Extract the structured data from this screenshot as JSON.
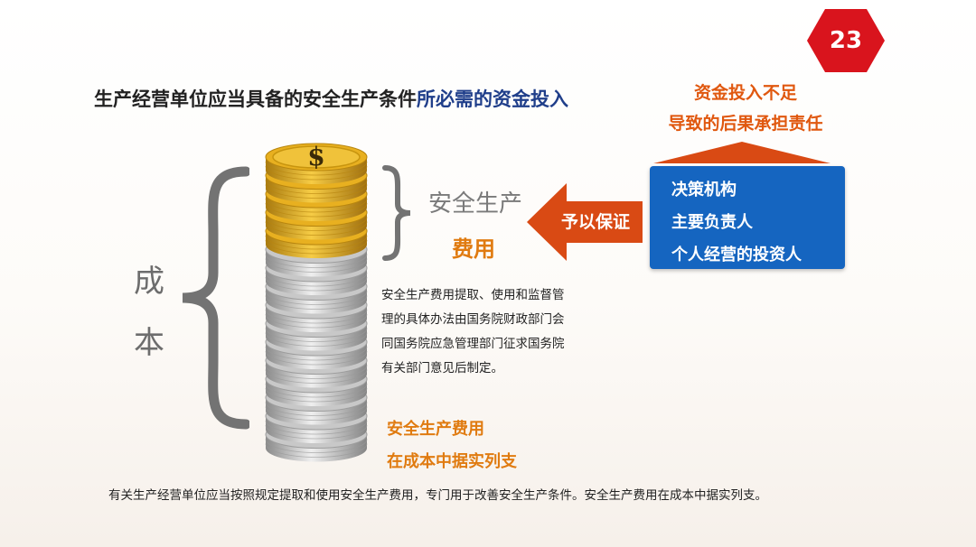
{
  "page_number": "23",
  "title": {
    "part1": "生产经营单位应当具备的安全生产条件",
    "part2": "所必需的资金投入"
  },
  "cost_label": {
    "char1": "成",
    "char2": "本"
  },
  "coins": {
    "symbol": "$",
    "gold_count": 5,
    "silver_count": 11
  },
  "safety_cost": {
    "line1": "安全生产",
    "line2": "费用"
  },
  "arrow": {
    "label": "予以保证"
  },
  "consequence": {
    "line1": "资金投入不足",
    "line2": "导致的后果承担责任"
  },
  "responsible_parties": [
    {
      "label": "决策机构"
    },
    {
      "label": "主要负责人"
    },
    {
      "label": "个人经营的投资人"
    }
  ],
  "description": {
    "line1": "安全生产费用提取、使用和监督管",
    "line2": "理的具体办法由国务院财政部门会",
    "line3": "同国务院应急管理部门征求国务院",
    "line4": "有关部门意见后制定。"
  },
  "note": {
    "line1": "安全生产费用",
    "line2": "在成本中据实列支"
  },
  "footer": "有关生产经营单位应当按照规定提取和使用安全生产费用，专门用于改善安全生产条件。安全生产费用在成本中据实列支。",
  "colors": {
    "badge": "#d9141d",
    "accent_blue": "#1f3e8a",
    "orange": "#e07b10",
    "arrow_red": "#d94a14",
    "box_blue": "#1565c0",
    "brace_gray": "#737373",
    "gold": "#e8b020",
    "silver": "#c8c8c8"
  }
}
